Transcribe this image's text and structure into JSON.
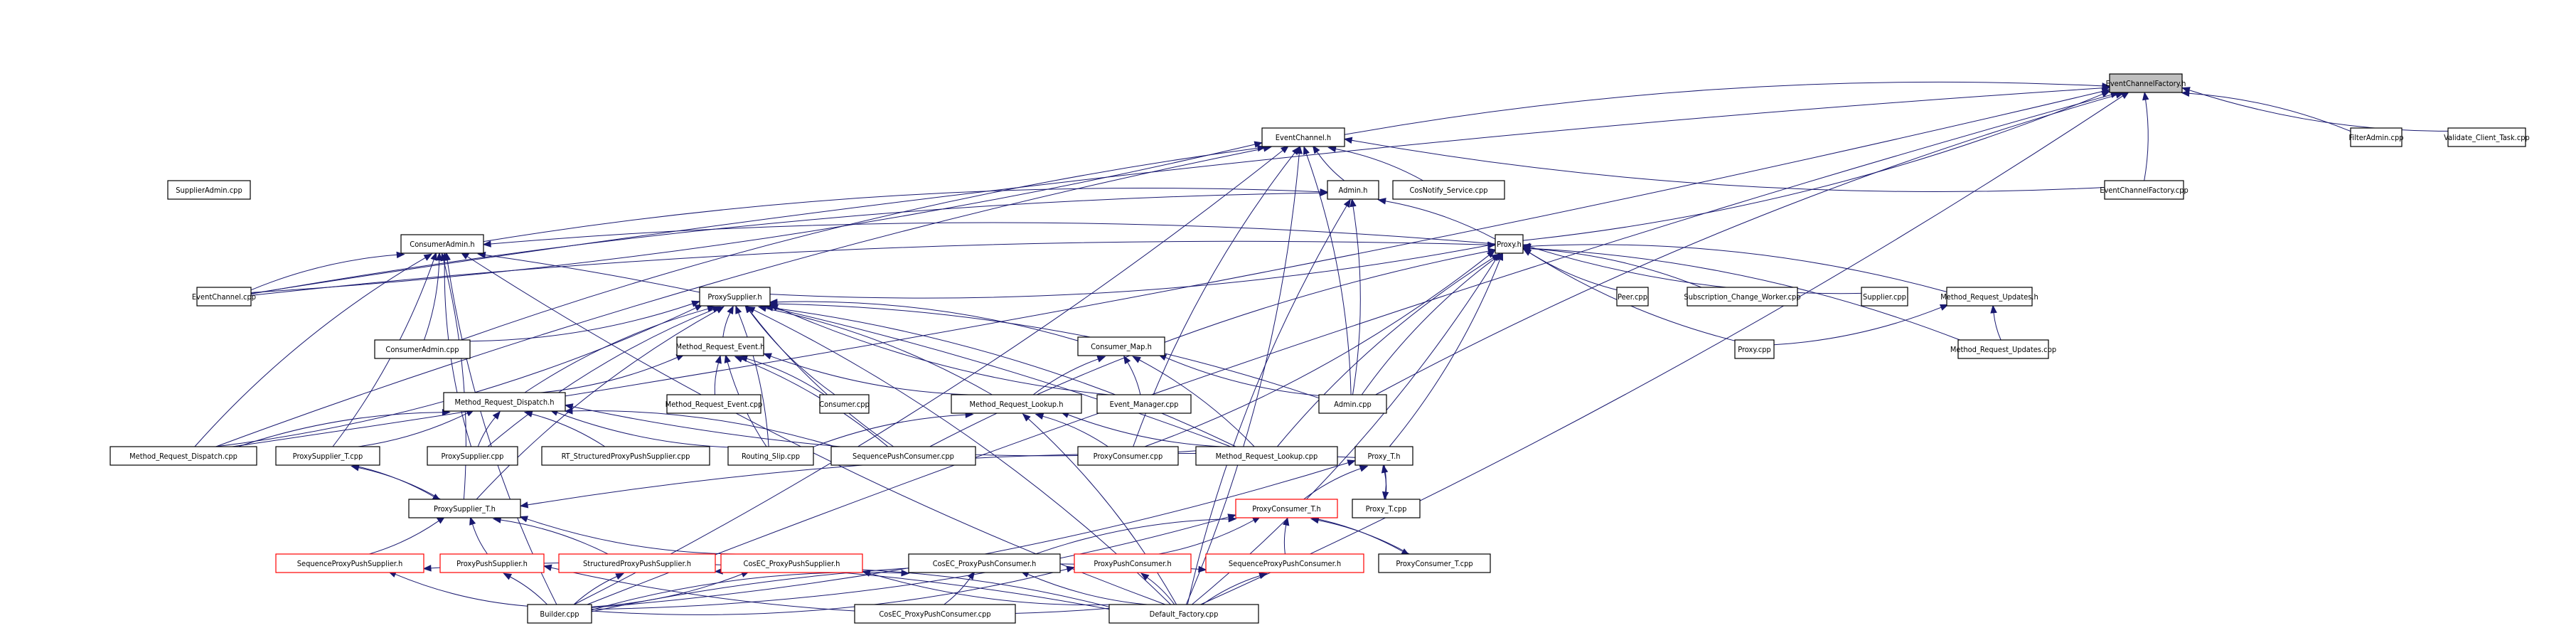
{
  "diagram": {
    "title": "EventChannelFactory.h include dependency graph",
    "colors": {
      "edge": "#191970",
      "root_fill": "#bfbfbf",
      "truncated_border": "#ff0000",
      "node_border": "#000000"
    },
    "nodes": [
      {
        "id": "ecf_h",
        "label": "EventChannelFactory.h",
        "kind": "root"
      },
      {
        "id": "filteradmin",
        "label": "FilterAdmin.cpp"
      },
      {
        "id": "validate",
        "label": "Validate_Client_Task.cpp"
      },
      {
        "id": "ec_h",
        "label": "EventChannel.h"
      },
      {
        "id": "supplieradmin",
        "label": "SupplierAdmin.cpp"
      },
      {
        "id": "admin_h",
        "label": "Admin.h"
      },
      {
        "id": "cosnotify",
        "label": "CosNotify_Service.cpp"
      },
      {
        "id": "ecf_cpp",
        "label": "EventChannelFactory.cpp"
      },
      {
        "id": "consumeradmin_h",
        "label": "ConsumerAdmin.h"
      },
      {
        "id": "proxy_h",
        "label": "Proxy.h"
      },
      {
        "id": "ec_cpp",
        "label": "EventChannel.cpp"
      },
      {
        "id": "proxysupplier_h",
        "label": "ProxySupplier.h"
      },
      {
        "id": "peer",
        "label": "Peer.cpp"
      },
      {
        "id": "subscr",
        "label": "Subscription_Change_Worker.cpp"
      },
      {
        "id": "supplier_cpp",
        "label": "Supplier.cpp"
      },
      {
        "id": "mru_h",
        "label": "Method_Request_Updates.h"
      },
      {
        "id": "consumeradmin_cpp",
        "label": "ConsumerAdmin.cpp"
      },
      {
        "id": "proxy_cpp",
        "label": "Proxy.cpp"
      },
      {
        "id": "mru_cpp",
        "label": "Method_Request_Updates.cpp"
      },
      {
        "id": "mre_h",
        "label": "Method_Request_Event.h"
      },
      {
        "id": "consumermap_h",
        "label": "Consumer_Map.h"
      },
      {
        "id": "mre_cpp",
        "label": "Method_Request_Event.cpp"
      },
      {
        "id": "consumer_cpp",
        "label": "Consumer.cpp"
      },
      {
        "id": "mrl_h",
        "label": "Method_Request_Lookup.h"
      },
      {
        "id": "eventmgr",
        "label": "Event_Manager.cpp"
      },
      {
        "id": "admin_cpp",
        "label": "Admin.cpp"
      },
      {
        "id": "mrd_h",
        "label": "Method_Request_Dispatch.h"
      },
      {
        "id": "mrd_cpp",
        "label": "Method_Request_Dispatch.cpp"
      },
      {
        "id": "pst_cpp",
        "label": "ProxySupplier_T.cpp"
      },
      {
        "id": "proxysupplier_cpp",
        "label": "ProxySupplier.cpp"
      },
      {
        "id": "rt_spps",
        "label": "RT_StructuredProxyPushSupplier.cpp"
      },
      {
        "id": "routing",
        "label": "Routing_Slip.cpp"
      },
      {
        "id": "seqpushcons",
        "label": "SequencePushConsumer.cpp"
      },
      {
        "id": "proxyconsumer_cpp",
        "label": "ProxyConsumer.cpp"
      },
      {
        "id": "mrl_cpp",
        "label": "Method_Request_Lookup.cpp"
      },
      {
        "id": "proxyt_h",
        "label": "Proxy_T.h"
      },
      {
        "id": "pst_h",
        "label": "ProxySupplier_T.h"
      },
      {
        "id": "pct_h",
        "label": "ProxyConsumer_T.h",
        "kind": "red"
      },
      {
        "id": "proxyt_cpp",
        "label": "Proxy_T.cpp"
      },
      {
        "id": "seqpps_h",
        "label": "SequenceProxyPushSupplier.h",
        "kind": "red"
      },
      {
        "id": "pps_h",
        "label": "ProxyPushSupplier.h",
        "kind": "red"
      },
      {
        "id": "spps_h",
        "label": "StructuredProxyPushSupplier.h",
        "kind": "red"
      },
      {
        "id": "cosec_pps_h",
        "label": "CosEC_ProxyPushSupplier.h",
        "kind": "red"
      },
      {
        "id": "cosec_ppc_h",
        "label": "CosEC_ProxyPushConsumer.h"
      },
      {
        "id": "ppc_h",
        "label": "ProxyPushConsumer.h",
        "kind": "red"
      },
      {
        "id": "seqppc_h",
        "label": "SequenceProxyPushConsumer.h",
        "kind": "red"
      },
      {
        "id": "pct_cpp",
        "label": "ProxyConsumer_T.cpp"
      },
      {
        "id": "builder",
        "label": "Builder.cpp"
      },
      {
        "id": "cosec_ppc_cpp",
        "label": "CosEC_ProxyPushConsumer.cpp"
      },
      {
        "id": "default_factory",
        "label": "Default_Factory.cpp"
      }
    ],
    "edges": [
      [
        "ec_h",
        "ecf_h"
      ],
      [
        "filteradmin",
        "ecf_h"
      ],
      [
        "validate",
        "ecf_h"
      ],
      [
        "ecf_cpp",
        "ecf_h"
      ],
      [
        "builder",
        "ecf_h"
      ],
      [
        "default_factory",
        "ecf_h"
      ],
      [
        "admin_cpp",
        "ecf_h"
      ],
      [
        "mrd_cpp",
        "ecf_h"
      ],
      [
        "ec_cpp",
        "ecf_h"
      ],
      [
        "proxy_h",
        "ecf_h"
      ],
      [
        "admin_h",
        "ec_h"
      ],
      [
        "cosnotify",
        "ec_h"
      ],
      [
        "ecf_cpp",
        "ec_h"
      ],
      [
        "ec_cpp",
        "ec_h"
      ],
      [
        "consumeradmin_cpp",
        "ec_h"
      ],
      [
        "admin_cpp",
        "ec_h"
      ],
      [
        "proxyconsumer_cpp",
        "ec_h"
      ],
      [
        "default_factory",
        "ec_h"
      ],
      [
        "mrd_cpp",
        "ec_h"
      ],
      [
        "builder",
        "ec_h"
      ],
      [
        "consumeradmin_h",
        "admin_h"
      ],
      [
        "admin_cpp",
        "admin_h"
      ],
      [
        "ec_cpp",
        "admin_h"
      ],
      [
        "proxy_h",
        "admin_h"
      ],
      [
        "default_factory",
        "admin_h"
      ],
      [
        "proxy_h",
        "consumeradmin_h"
      ],
      [
        "ec_cpp",
        "consumeradmin_h"
      ],
      [
        "consumeradmin_cpp",
        "consumeradmin_h"
      ],
      [
        "mrd_cpp",
        "consumeradmin_h"
      ],
      [
        "pst_cpp",
        "consumeradmin_h"
      ],
      [
        "proxysupplier_cpp",
        "consumeradmin_h"
      ],
      [
        "pst_h",
        "consumeradmin_h"
      ],
      [
        "builder",
        "consumeradmin_h"
      ],
      [
        "mrl_cpp",
        "consumeradmin_h"
      ],
      [
        "default_factory",
        "consumeradmin_h"
      ],
      [
        "proxysupplier_h",
        "proxy_h"
      ],
      [
        "peer",
        "proxy_h"
      ],
      [
        "subscr",
        "proxy_h"
      ],
      [
        "supplier_cpp",
        "proxy_h"
      ],
      [
        "mru_h",
        "proxy_h"
      ],
      [
        "proxy_cpp",
        "proxy_h"
      ],
      [
        "mru_cpp",
        "proxy_h"
      ],
      [
        "admin_cpp",
        "proxy_h"
      ],
      [
        "proxyconsumer_cpp",
        "proxy_h"
      ],
      [
        "mrl_cpp",
        "proxy_h"
      ],
      [
        "proxyt_h",
        "proxy_h"
      ],
      [
        "seqpushcons",
        "proxy_h"
      ],
      [
        "default_factory",
        "proxy_h"
      ],
      [
        "ec_cpp",
        "proxy_h"
      ],
      [
        "proxy_cpp",
        "mru_h"
      ],
      [
        "mru_cpp",
        "mru_h"
      ],
      [
        "consumeradmin_cpp",
        "proxysupplier_h"
      ],
      [
        "mre_h",
        "proxysupplier_h"
      ],
      [
        "consumermap_h",
        "proxysupplier_h"
      ],
      [
        "consumer_cpp",
        "proxysupplier_h"
      ],
      [
        "mrl_h",
        "proxysupplier_h"
      ],
      [
        "eventmgr",
        "proxysupplier_h"
      ],
      [
        "admin_cpp",
        "proxysupplier_h"
      ],
      [
        "mrd_h",
        "proxysupplier_h"
      ],
      [
        "mrd_cpp",
        "proxysupplier_h"
      ],
      [
        "proxysupplier_cpp",
        "proxysupplier_h"
      ],
      [
        "routing",
        "proxysupplier_h"
      ],
      [
        "seqpushcons",
        "proxysupplier_h"
      ],
      [
        "mrl_cpp",
        "proxysupplier_h"
      ],
      [
        "pst_h",
        "proxysupplier_h"
      ],
      [
        "default_factory",
        "proxysupplier_h"
      ],
      [
        "mre_cpp",
        "mre_h"
      ],
      [
        "consumer_cpp",
        "mre_h"
      ],
      [
        "mrl_h",
        "mre_h"
      ],
      [
        "mrd_h",
        "mre_h"
      ],
      [
        "routing",
        "mre_h"
      ],
      [
        "seqpushcons",
        "mre_h"
      ],
      [
        "mrl_h",
        "consumermap_h"
      ],
      [
        "eventmgr",
        "consumermap_h"
      ],
      [
        "admin_cpp",
        "consumermap_h"
      ],
      [
        "mrl_cpp",
        "consumermap_h"
      ],
      [
        "routing",
        "mrl_h"
      ],
      [
        "proxyconsumer_cpp",
        "mrl_h"
      ],
      [
        "mrl_cpp",
        "mrl_h"
      ],
      [
        "default_factory",
        "mrl_h"
      ],
      [
        "mrd_cpp",
        "mrd_h"
      ],
      [
        "pst_cpp",
        "mrd_h"
      ],
      [
        "proxysupplier_cpp",
        "mrd_h"
      ],
      [
        "rt_spps",
        "mrd_h"
      ],
      [
        "routing",
        "mrd_h"
      ],
      [
        "seqpushcons",
        "mrd_h"
      ],
      [
        "mrl_cpp",
        "mrd_h"
      ],
      [
        "pst_h",
        "pst_cpp"
      ],
      [
        "pst_cpp",
        "pst_h"
      ],
      [
        "seqpps_h",
        "pst_h"
      ],
      [
        "pps_h",
        "pst_h"
      ],
      [
        "spps_h",
        "pst_h"
      ],
      [
        "cosec_pps_h",
        "pst_h"
      ],
      [
        "proxyt_h",
        "pst_h"
      ],
      [
        "pct_h",
        "proxyt_h"
      ],
      [
        "proxyt_cpp",
        "proxyt_h"
      ],
      [
        "proxyt_h",
        "proxyt_cpp"
      ],
      [
        "builder",
        "proxyt_h"
      ],
      [
        "cosec_ppc_h",
        "pct_h"
      ],
      [
        "ppc_h",
        "pct_h"
      ],
      [
        "seqppc_h",
        "pct_h"
      ],
      [
        "pct_cpp",
        "pct_h"
      ],
      [
        "pct_h",
        "pct_cpp"
      ],
      [
        "builder",
        "pct_h"
      ],
      [
        "builder",
        "seqpps_h"
      ],
      [
        "builder",
        "pps_h"
      ],
      [
        "builder",
        "spps_h"
      ],
      [
        "builder",
        "cosec_pps_h"
      ],
      [
        "builder",
        "cosec_ppc_h"
      ],
      [
        "builder",
        "ppc_h"
      ],
      [
        "builder",
        "seqppc_h"
      ],
      [
        "default_factory",
        "seqpps_h"
      ],
      [
        "default_factory",
        "pps_h"
      ],
      [
        "default_factory",
        "spps_h"
      ],
      [
        "default_factory",
        "cosec_pps_h"
      ],
      [
        "cosec_ppc_cpp",
        "cosec_ppc_h"
      ],
      [
        "default_factory",
        "cosec_ppc_h"
      ],
      [
        "default_factory",
        "ppc_h"
      ],
      [
        "default_factory",
        "seqppc_h"
      ]
    ]
  }
}
